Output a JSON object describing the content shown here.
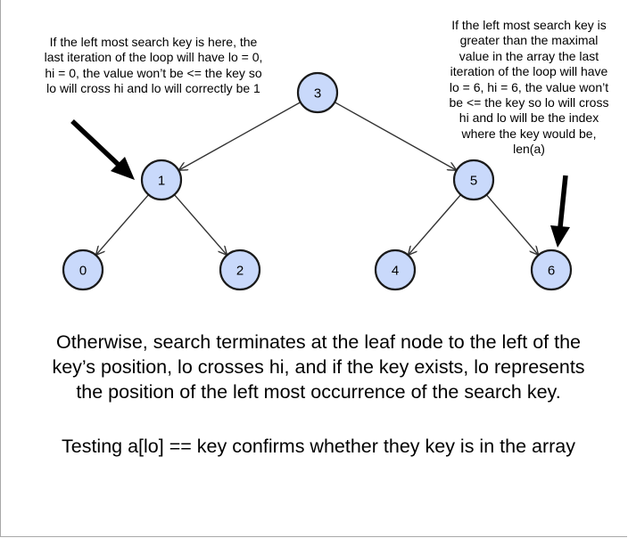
{
  "colors": {
    "node_fill": "#c9d9fb",
    "node_stroke": "#1a1a1a",
    "edge": "#333333",
    "callout_arrow": "#000000"
  },
  "tree": {
    "nodes": [
      {
        "id": "n3",
        "label": "3"
      },
      {
        "id": "n1",
        "label": "1"
      },
      {
        "id": "n5",
        "label": "5"
      },
      {
        "id": "n0",
        "label": "0"
      },
      {
        "id": "n2",
        "label": "2"
      },
      {
        "id": "n4",
        "label": "4"
      },
      {
        "id": "n6",
        "label": "6"
      }
    ],
    "edges": [
      {
        "from": "n3",
        "to": "n1"
      },
      {
        "from": "n3",
        "to": "n5"
      },
      {
        "from": "n1",
        "to": "n0"
      },
      {
        "from": "n1",
        "to": "n2"
      },
      {
        "from": "n5",
        "to": "n4"
      },
      {
        "from": "n5",
        "to": "n6"
      }
    ]
  },
  "annotations": {
    "left_note": "If the left most search key is here, the\nlast iteration of the loop will have lo = 0,\nhi = 0, the value won’t be <= the key so\nlo will cross hi and lo will correctly be 1",
    "right_note": "If the left most search key is\ngreater than the maximal\nvalue in the array the last\niteration of the loop will have\nlo = 6, hi = 6, the value won’t\nbe <= the key so lo will cross\nhi and lo will be the index\nwhere the key would be,\nlen(a)"
  },
  "summary": "Otherwise, search terminates at the leaf node to the left of the\nkey’s position, lo crosses hi, and if the key exists, lo represents\nthe position of the left most occurrence of the search key.",
  "check_note": "Testing a[lo] == key confirms whether they key is in the array"
}
